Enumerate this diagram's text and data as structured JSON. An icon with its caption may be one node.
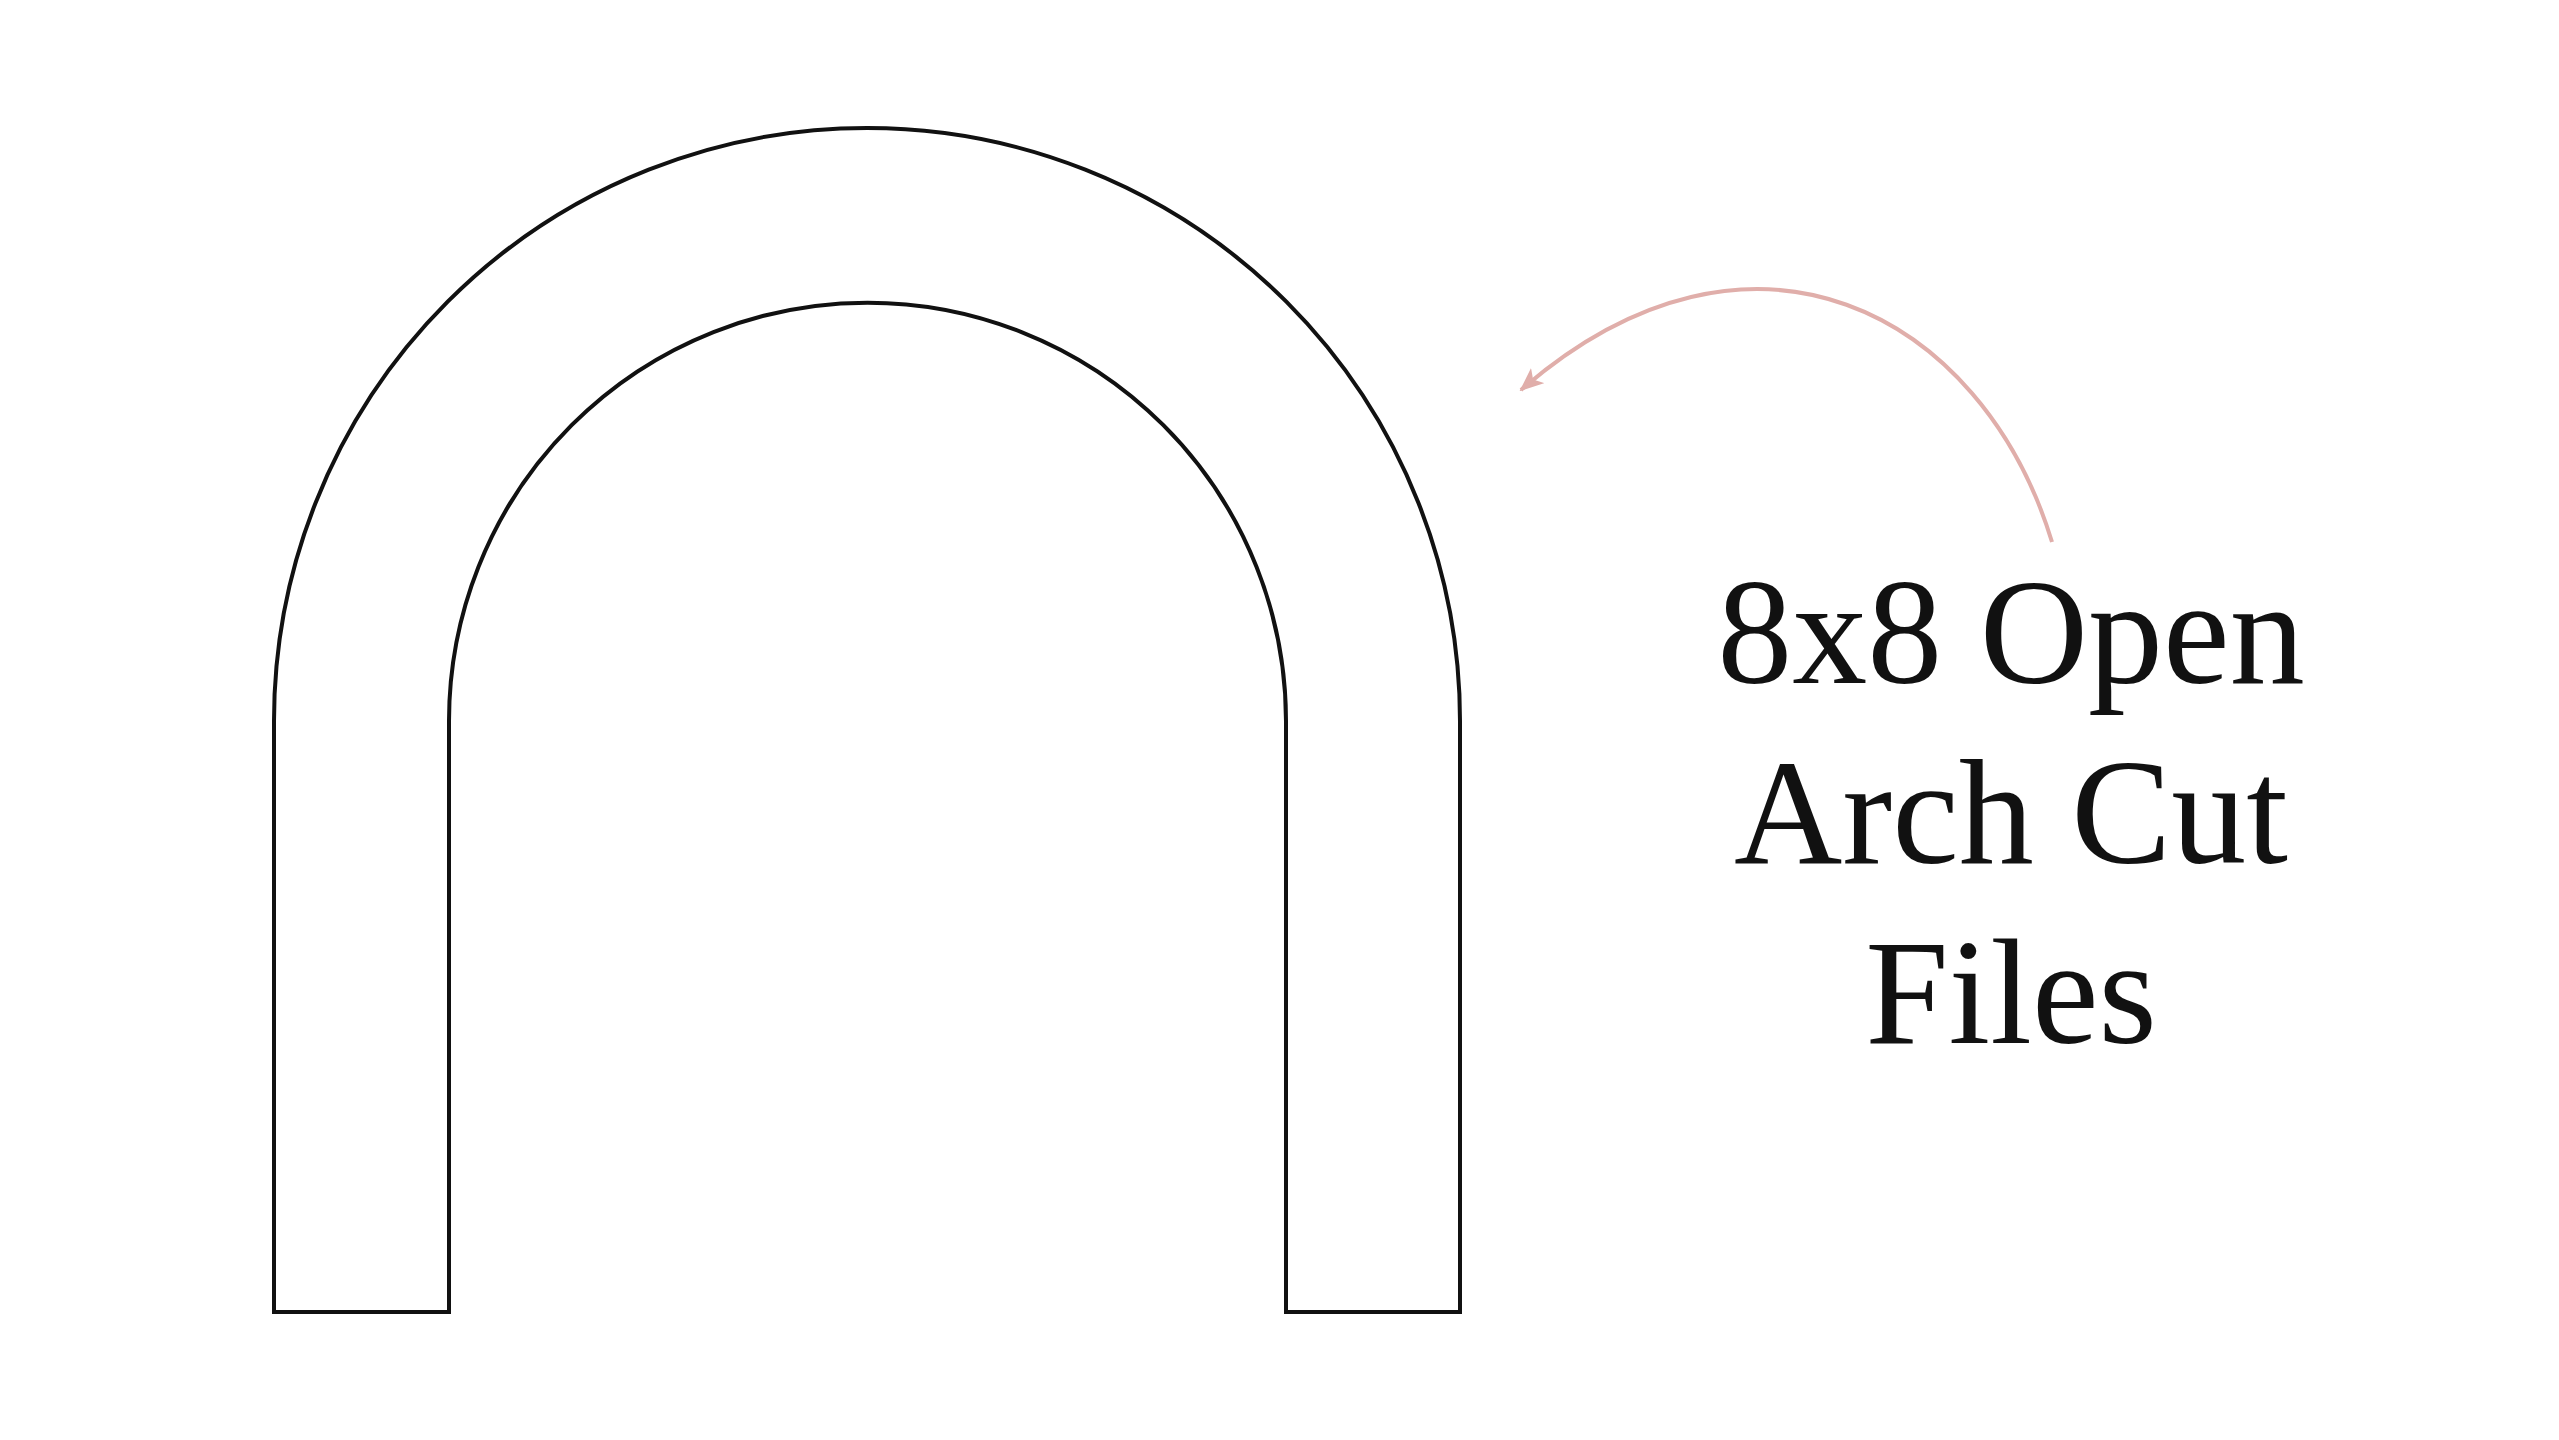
{
  "diagram": {
    "nodes": [
      {
        "text": [],
        "shape": "arch"
      },
      {
        "text": [
          "8x8 Open Arch Cut Files"
        ]
      }
    ],
    "edges": [
      {
        "from": 1,
        "to": 0,
        "arrow": "to",
        "color": "#e0aeaa"
      }
    ]
  }
}
